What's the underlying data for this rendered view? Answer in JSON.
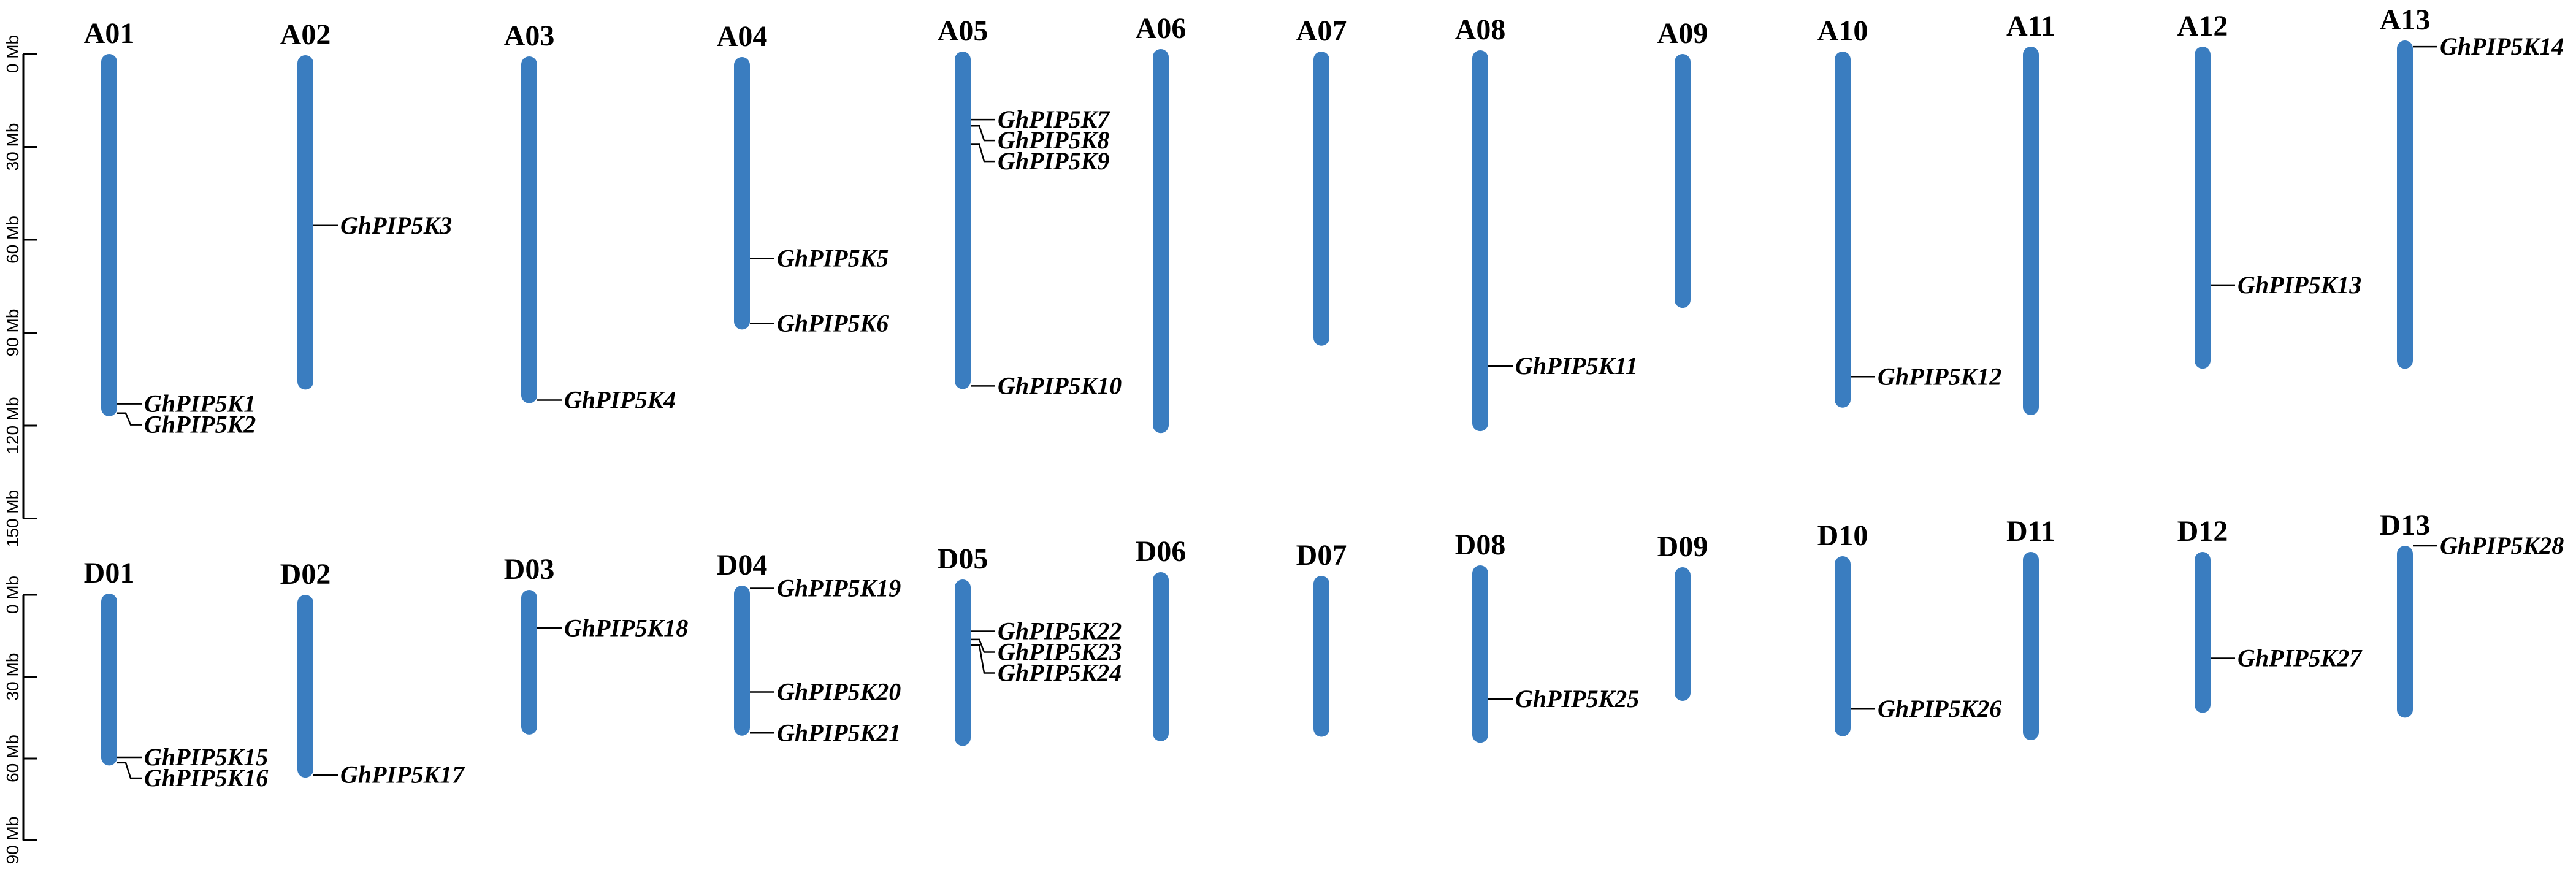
{
  "colors": {
    "chromosome": "#3a7dc0",
    "text": "#000000"
  },
  "scale_unit": "Mb",
  "panels": [
    {
      "id": "A",
      "axis_max": 150,
      "axis_ticks": [
        "0 Mb",
        "30 Mb",
        "60 Mb",
        "90 Mb",
        "120 Mb",
        "150 Mb"
      ],
      "chromosomes": [
        {
          "name": "A01",
          "start": 0,
          "end": 117,
          "genes": [
            {
              "name": "GhPIP5K1",
              "pos": 113
            },
            {
              "name": "GhPIP5K2",
              "pos": 116
            }
          ]
        },
        {
          "name": "A02",
          "start": 0,
          "end": 108,
          "genes": [
            {
              "name": "GhPIP5K3",
              "pos": 55
            }
          ]
        },
        {
          "name": "A03",
          "start": 0,
          "end": 112,
          "genes": [
            {
              "name": "GhPIP5K4",
              "pos": 111
            }
          ]
        },
        {
          "name": "A04",
          "start": 0,
          "end": 88,
          "genes": [
            {
              "name": "GhPIP5K5",
              "pos": 65
            },
            {
              "name": "GhPIP5K6",
              "pos": 86
            }
          ]
        },
        {
          "name": "A05",
          "start": 0,
          "end": 109,
          "genes": [
            {
              "name": "GhPIP5K7",
              "pos": 22
            },
            {
              "name": "GhPIP5K8",
              "pos": 24
            },
            {
              "name": "GhPIP5K9",
              "pos": 30
            },
            {
              "name": "GhPIP5K10",
              "pos": 108
            }
          ]
        },
        {
          "name": "A06",
          "start": 0,
          "end": 124,
          "genes": []
        },
        {
          "name": "A07",
          "start": 0,
          "end": 95,
          "genes": []
        },
        {
          "name": "A08",
          "start": 0,
          "end": 123,
          "genes": [
            {
              "name": "GhPIP5K11",
              "pos": 102
            }
          ]
        },
        {
          "name": "A09",
          "start": 0,
          "end": 82,
          "genes": []
        },
        {
          "name": "A10",
          "start": 0,
          "end": 115,
          "genes": [
            {
              "name": "GhPIP5K12",
              "pos": 105
            }
          ]
        },
        {
          "name": "A11",
          "start": 0,
          "end": 119,
          "genes": []
        },
        {
          "name": "A12",
          "start": 0,
          "end": 104,
          "genes": [
            {
              "name": "GhPIP5K13",
              "pos": 77
            }
          ]
        },
        {
          "name": "A13",
          "start": 0,
          "end": 106,
          "genes": [
            {
              "name": "GhPIP5K14",
              "pos": 2
            }
          ]
        }
      ]
    },
    {
      "id": "D",
      "axis_max": 90,
      "axis_ticks": [
        "0 Mb",
        "30 Mb",
        "60 Mb",
        "90 Mb"
      ],
      "chromosomes": [
        {
          "name": "D01",
          "start": 0,
          "end": 63,
          "genes": [
            {
              "name": "GhPIP5K15",
              "pos": 60
            },
            {
              "name": "GhPIP5K16",
              "pos": 62
            }
          ]
        },
        {
          "name": "D02",
          "start": 0,
          "end": 67,
          "genes": [
            {
              "name": "GhPIP5K17",
              "pos": 66
            }
          ]
        },
        {
          "name": "D03",
          "start": 0,
          "end": 53,
          "genes": [
            {
              "name": "GhPIP5K18",
              "pos": 14
            }
          ]
        },
        {
          "name": "D04",
          "start": 0,
          "end": 55,
          "genes": [
            {
              "name": "GhPIP5K19",
              "pos": 1
            },
            {
              "name": "GhPIP5K20",
              "pos": 39
            },
            {
              "name": "GhPIP5K21",
              "pos": 54
            }
          ]
        },
        {
          "name": "D05",
          "start": 0,
          "end": 61,
          "genes": [
            {
              "name": "GhPIP5K22",
              "pos": 19
            },
            {
              "name": "GhPIP5K23",
              "pos": 22
            },
            {
              "name": "GhPIP5K24",
              "pos": 24
            }
          ]
        },
        {
          "name": "D06",
          "start": 0,
          "end": 62,
          "genes": []
        },
        {
          "name": "D07",
          "start": 0,
          "end": 59,
          "genes": []
        },
        {
          "name": "D08",
          "start": 0,
          "end": 65,
          "genes": [
            {
              "name": "GhPIP5K25",
              "pos": 49
            }
          ]
        },
        {
          "name": "D09",
          "start": 0,
          "end": 49,
          "genes": []
        },
        {
          "name": "D10",
          "start": 0,
          "end": 66,
          "genes": [
            {
              "name": "GhPIP5K26",
              "pos": 56
            }
          ]
        },
        {
          "name": "D11",
          "start": 0,
          "end": 69,
          "genes": []
        },
        {
          "name": "D12",
          "start": 0,
          "end": 59,
          "genes": [
            {
              "name": "GhPIP5K27",
              "pos": 39
            }
          ]
        },
        {
          "name": "D13",
          "start": 0,
          "end": 63,
          "genes": [
            {
              "name": "GhPIP5K28",
              "pos": 0
            }
          ]
        }
      ]
    }
  ]
}
